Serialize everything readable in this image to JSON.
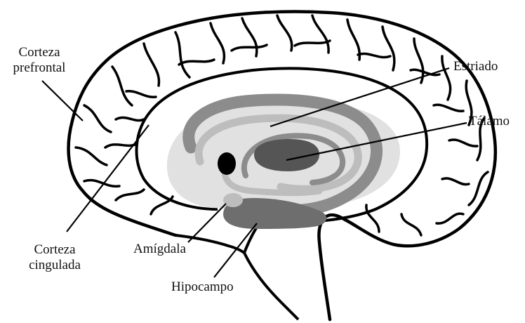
{
  "labels": {
    "prefrontal": {
      "line1": "Corteza",
      "line2": "prefrontal"
    },
    "striatum": "Estriado",
    "thalamus": "Tálamo",
    "cingulate": {
      "line1": "Corteza",
      "line2": "cingulada"
    },
    "amygdala": "Amígdala",
    "hippocampus": "Hipocampo"
  },
  "colors": {
    "outline": "#000000",
    "striatum_band": "#8c8c8c",
    "fornix_band": "#bdbdbd",
    "light_fill": "#e1e1e1",
    "thalamus": "#555555",
    "amygdala": "#000000",
    "hippocampus": "#6e6e6e"
  }
}
